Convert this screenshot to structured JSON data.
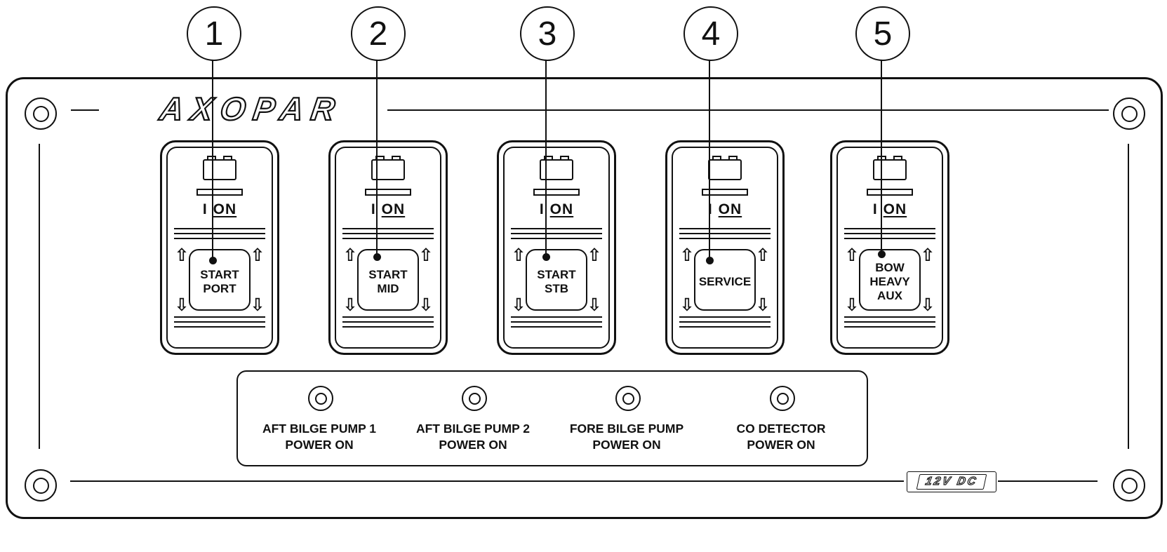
{
  "callouts": [
    {
      "number": "1"
    },
    {
      "number": "2"
    },
    {
      "number": "3"
    },
    {
      "number": "4"
    },
    {
      "number": "5"
    }
  ],
  "brand": {
    "logo_text": "AXOPAR",
    "voltage_badge": "12V DC"
  },
  "switches": [
    {
      "power_prefix": "I",
      "power_on": "ON",
      "label_lines": [
        "START",
        "PORT"
      ]
    },
    {
      "power_prefix": "I",
      "power_on": "ON",
      "label_lines": [
        "START",
        "MID"
      ]
    },
    {
      "power_prefix": "I",
      "power_on": "ON",
      "label_lines": [
        "START",
        "STB"
      ]
    },
    {
      "power_prefix": "I",
      "power_on": "ON",
      "label_lines": [
        "SERVICE"
      ]
    },
    {
      "power_prefix": "I",
      "power_on": "ON",
      "label_lines": [
        "BOW",
        "HEAVY",
        "AUX"
      ]
    }
  ],
  "indicators": [
    {
      "label_lines": [
        "AFT BILGE PUMP 1",
        "POWER ON"
      ]
    },
    {
      "label_lines": [
        "AFT BILGE PUMP 2",
        "POWER ON"
      ]
    },
    {
      "label_lines": [
        "FORE BILGE PUMP",
        "POWER ON"
      ]
    },
    {
      "label_lines": [
        "CO DETECTOR",
        "POWER ON"
      ]
    }
  ],
  "colors": {
    "line": "#111111",
    "background": "#ffffff"
  }
}
